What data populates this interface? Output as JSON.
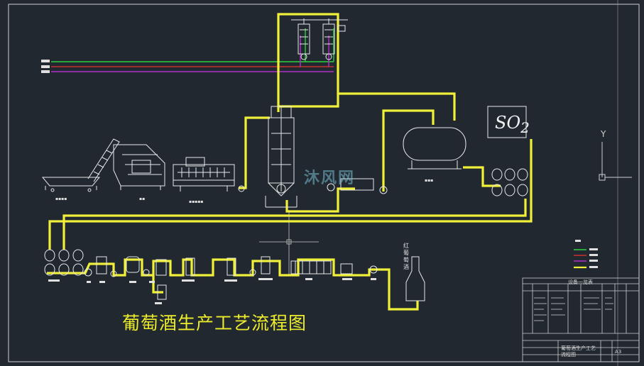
{
  "diagram": {
    "title": "葡萄酒生产工艺流程图",
    "so2_label": "SO",
    "so2_subscript": "2",
    "axis_y_label": "Y",
    "watermark": "沐风网",
    "product_label": "红葡萄酒",
    "title_block": {
      "header": "设备一览表",
      "drawing_name": "葡萄酒生产工艺流程图",
      "sheet_size": "A3"
    }
  },
  "colors": {
    "background": "#212830",
    "pipe_main": "#f0f03a",
    "pipe_green": "#2fcf3a",
    "pipe_purple": "#b030c8",
    "pipe_red": "#c83030",
    "equipment": "#e8e8e8",
    "frame": "#cfcfcf",
    "caption": "#ecec2c"
  }
}
